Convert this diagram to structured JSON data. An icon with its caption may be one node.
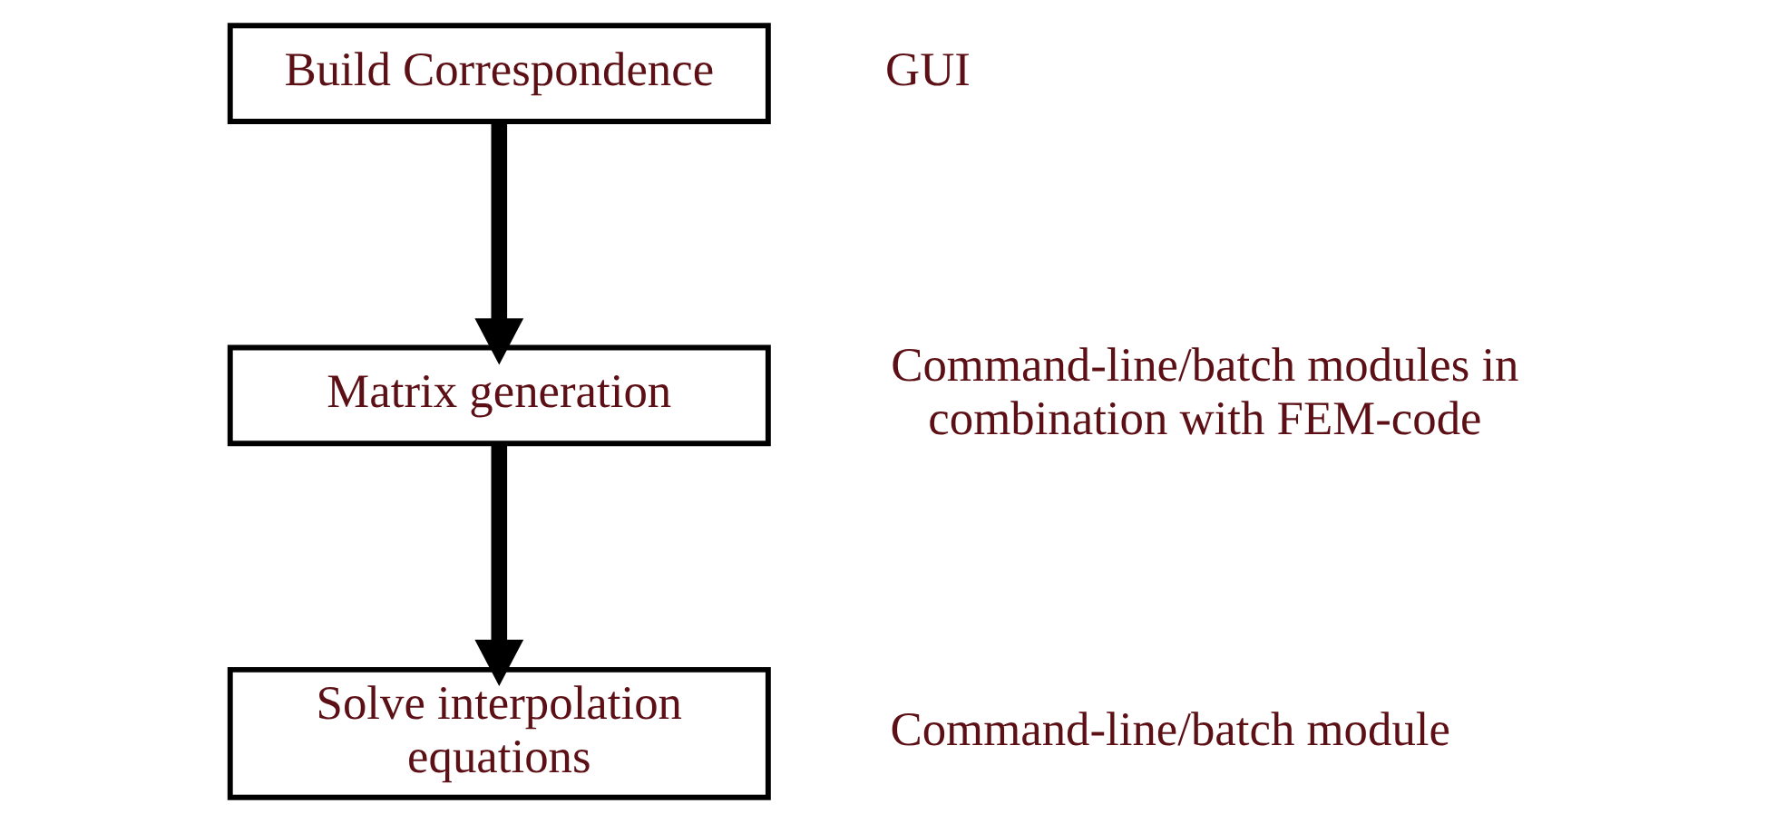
{
  "diagram": {
    "nodes": [
      {
        "text": [
          "Build Correspondence"
        ],
        "beside": [
          "GUI"
        ]
      },
      {
        "text": [
          "Matrix generation"
        ],
        "beside": [
          "Command-line/batch modules in combination with FEM-code"
        ]
      },
      {
        "text": [
          "Solve interpolation equations"
        ],
        "beside": [
          "Command-line/batch module"
        ]
      }
    ],
    "edges": [
      {
        "from": 0,
        "to": 1,
        "arrow": "to"
      },
      {
        "from": 1,
        "to": 2,
        "arrow": "to"
      }
    ]
  }
}
